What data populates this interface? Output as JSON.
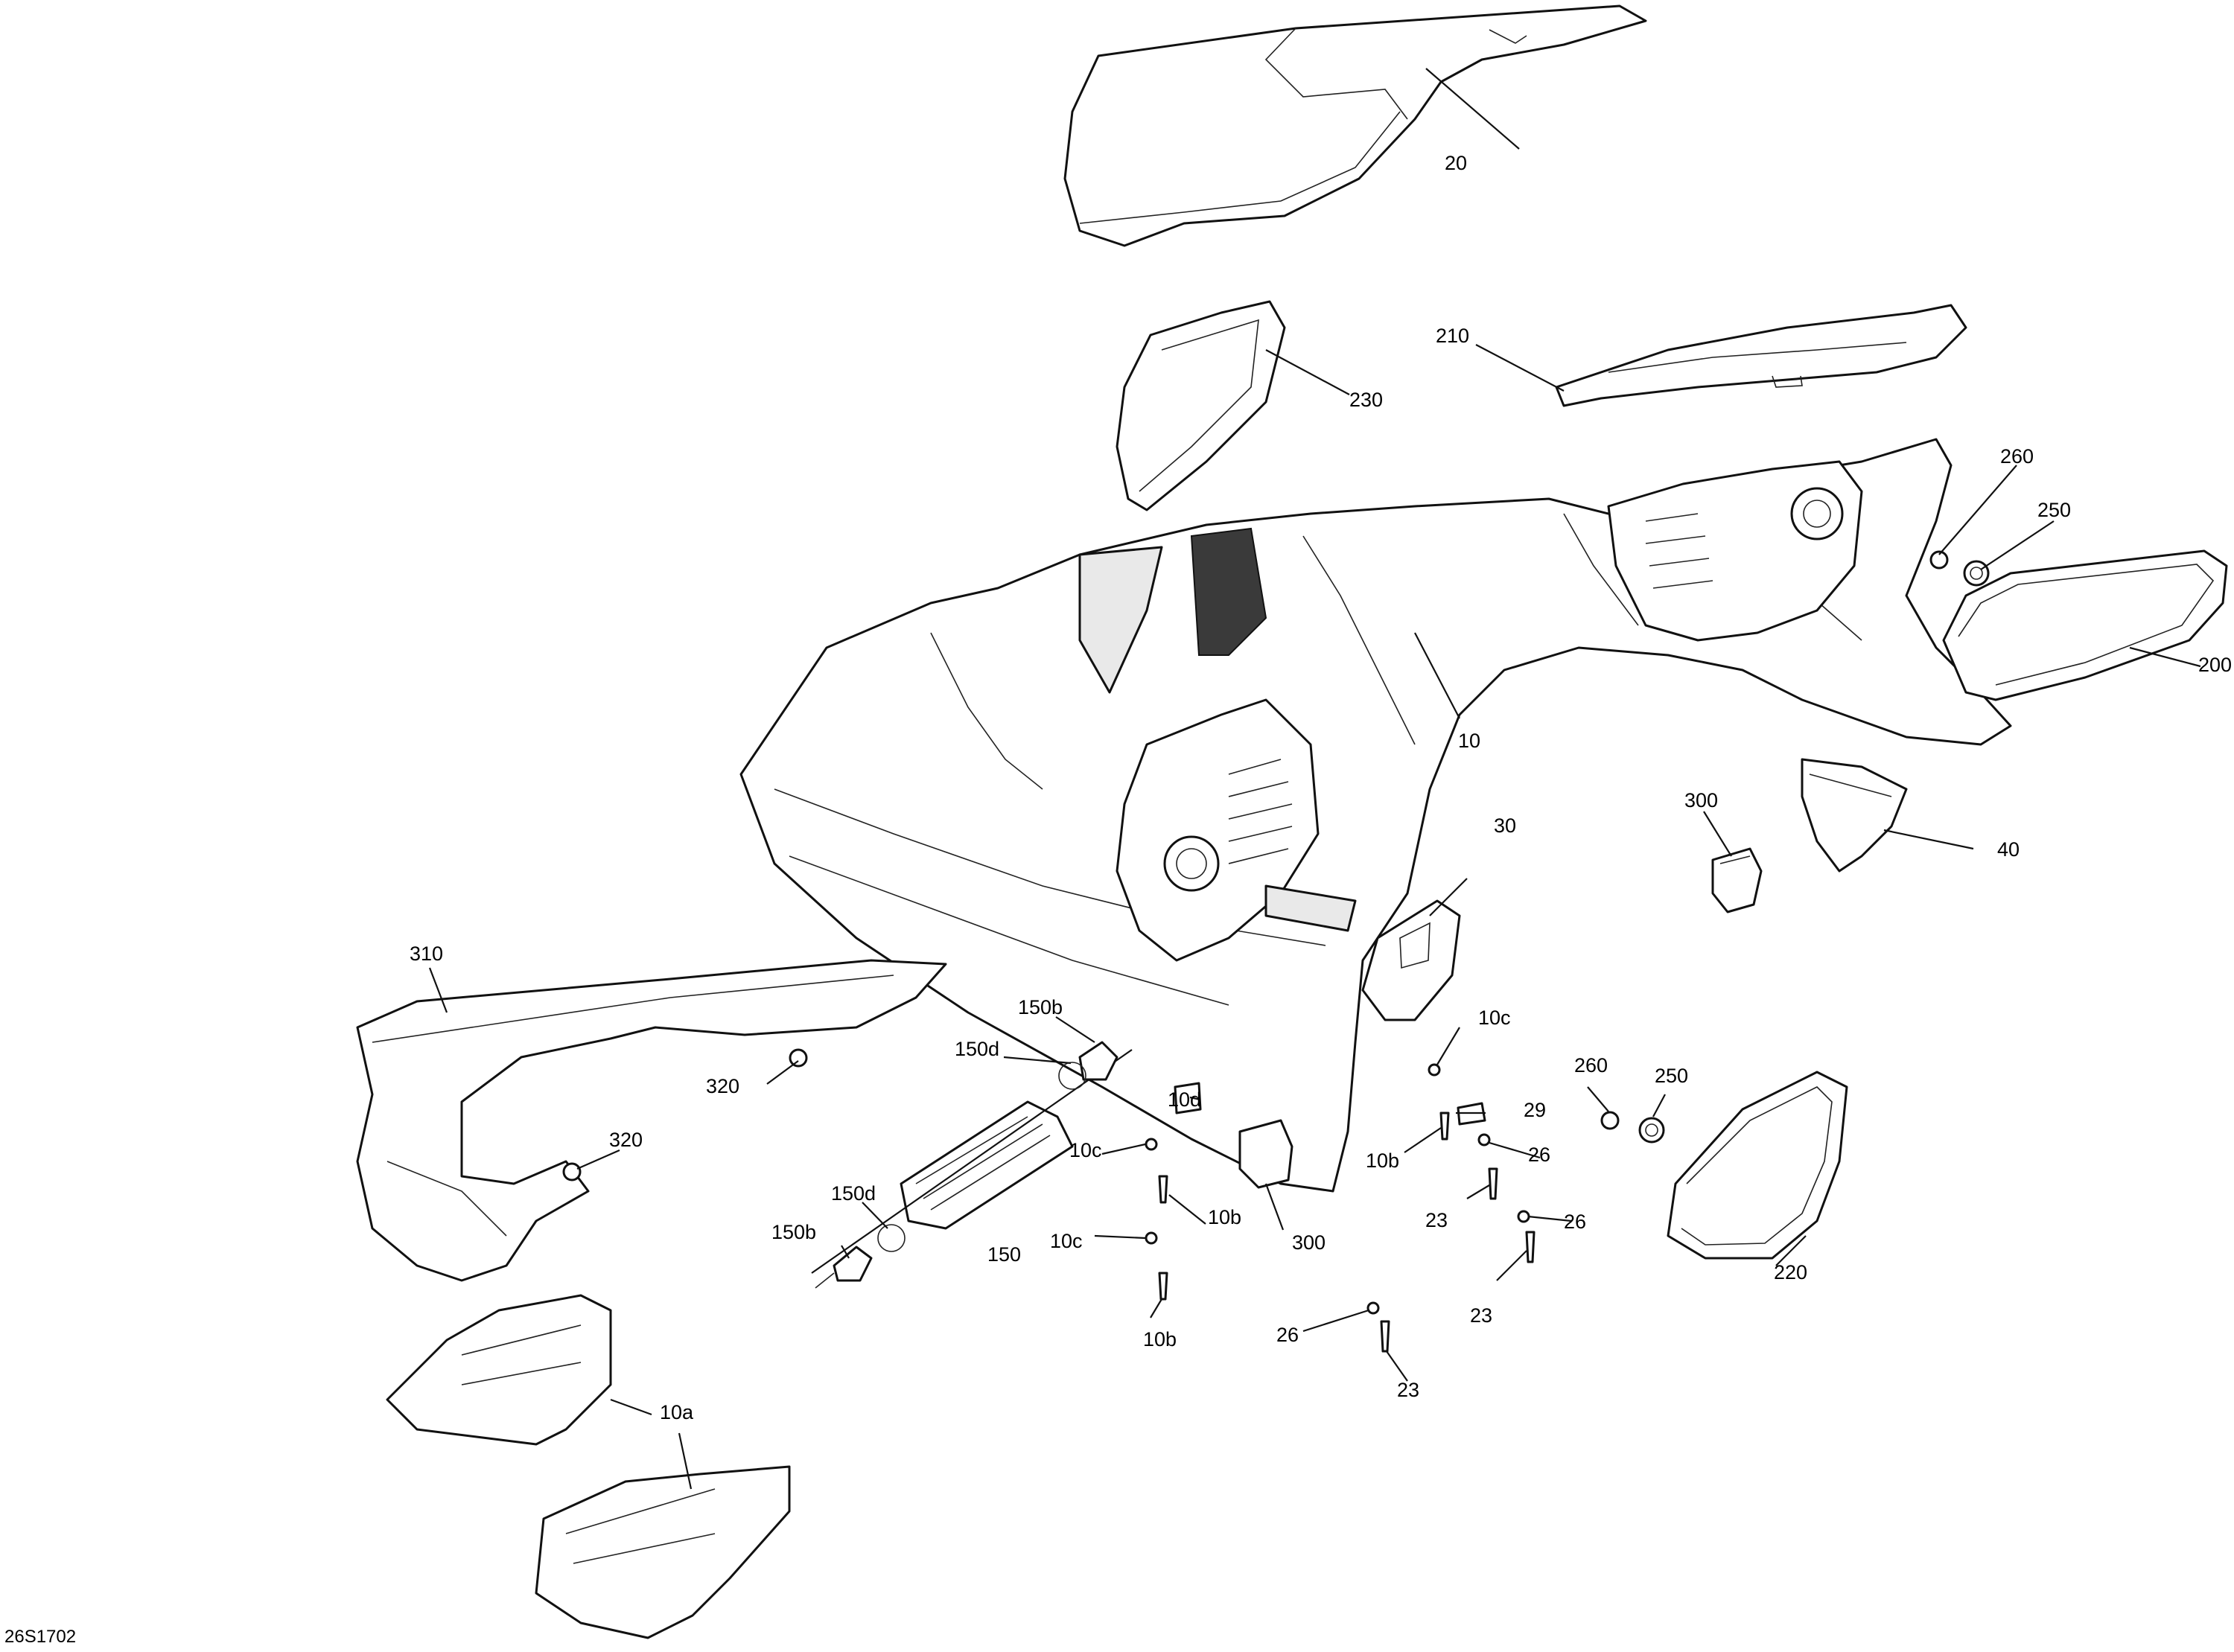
{
  "diagram": {
    "reference_code": "26S1702",
    "callouts": [
      "20",
      "230",
      "210",
      "260",
      "250",
      "200",
      "10",
      "300",
      "40",
      "30",
      "310",
      "320",
      "150b",
      "150d",
      "10d",
      "10c",
      "29",
      "10b",
      "26",
      "23",
      "260",
      "250",
      "220",
      "300",
      "150",
      "10a"
    ]
  }
}
